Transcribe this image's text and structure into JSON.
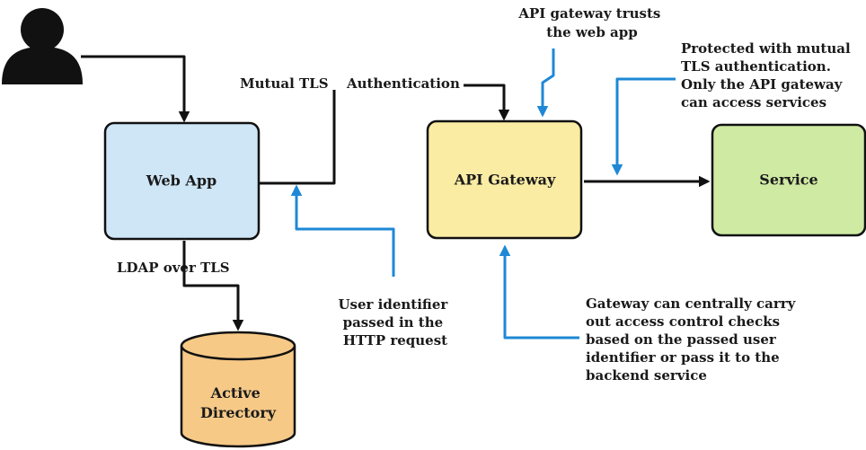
{
  "nodes": {
    "web_app": "Web App",
    "api_gateway": "API Gateway",
    "service": "Service",
    "active_directory": [
      "Active",
      "Directory"
    ]
  },
  "edge_labels": {
    "mutual_tls": "Mutual TLS",
    "authentication": "Authentication",
    "ldap": "LDAP over TLS"
  },
  "annotations": {
    "gateway_trusts": [
      "API gateway trusts",
      "the web app"
    ],
    "protected": [
      "Protected with mutual",
      "TLS authentication.",
      "Only the API gateway",
      "can access services"
    ],
    "user_identifier": [
      "User identifier",
      "passed in the",
      "HTTP request"
    ],
    "access_control": [
      "Gateway can centrally carry",
      "out access control checks",
      "based on the passed user",
      "identifier or pass it to the",
      "backend service"
    ]
  },
  "colors": {
    "web_app_fill": "#cfe6f7",
    "gateway_fill": "#fbeca4",
    "service_fill": "#cfeaa3",
    "directory_fill": "#f7c987",
    "callout_blue": "#1e88d6",
    "connector_black": "#111111"
  },
  "icons": {
    "user": "user-icon"
  }
}
